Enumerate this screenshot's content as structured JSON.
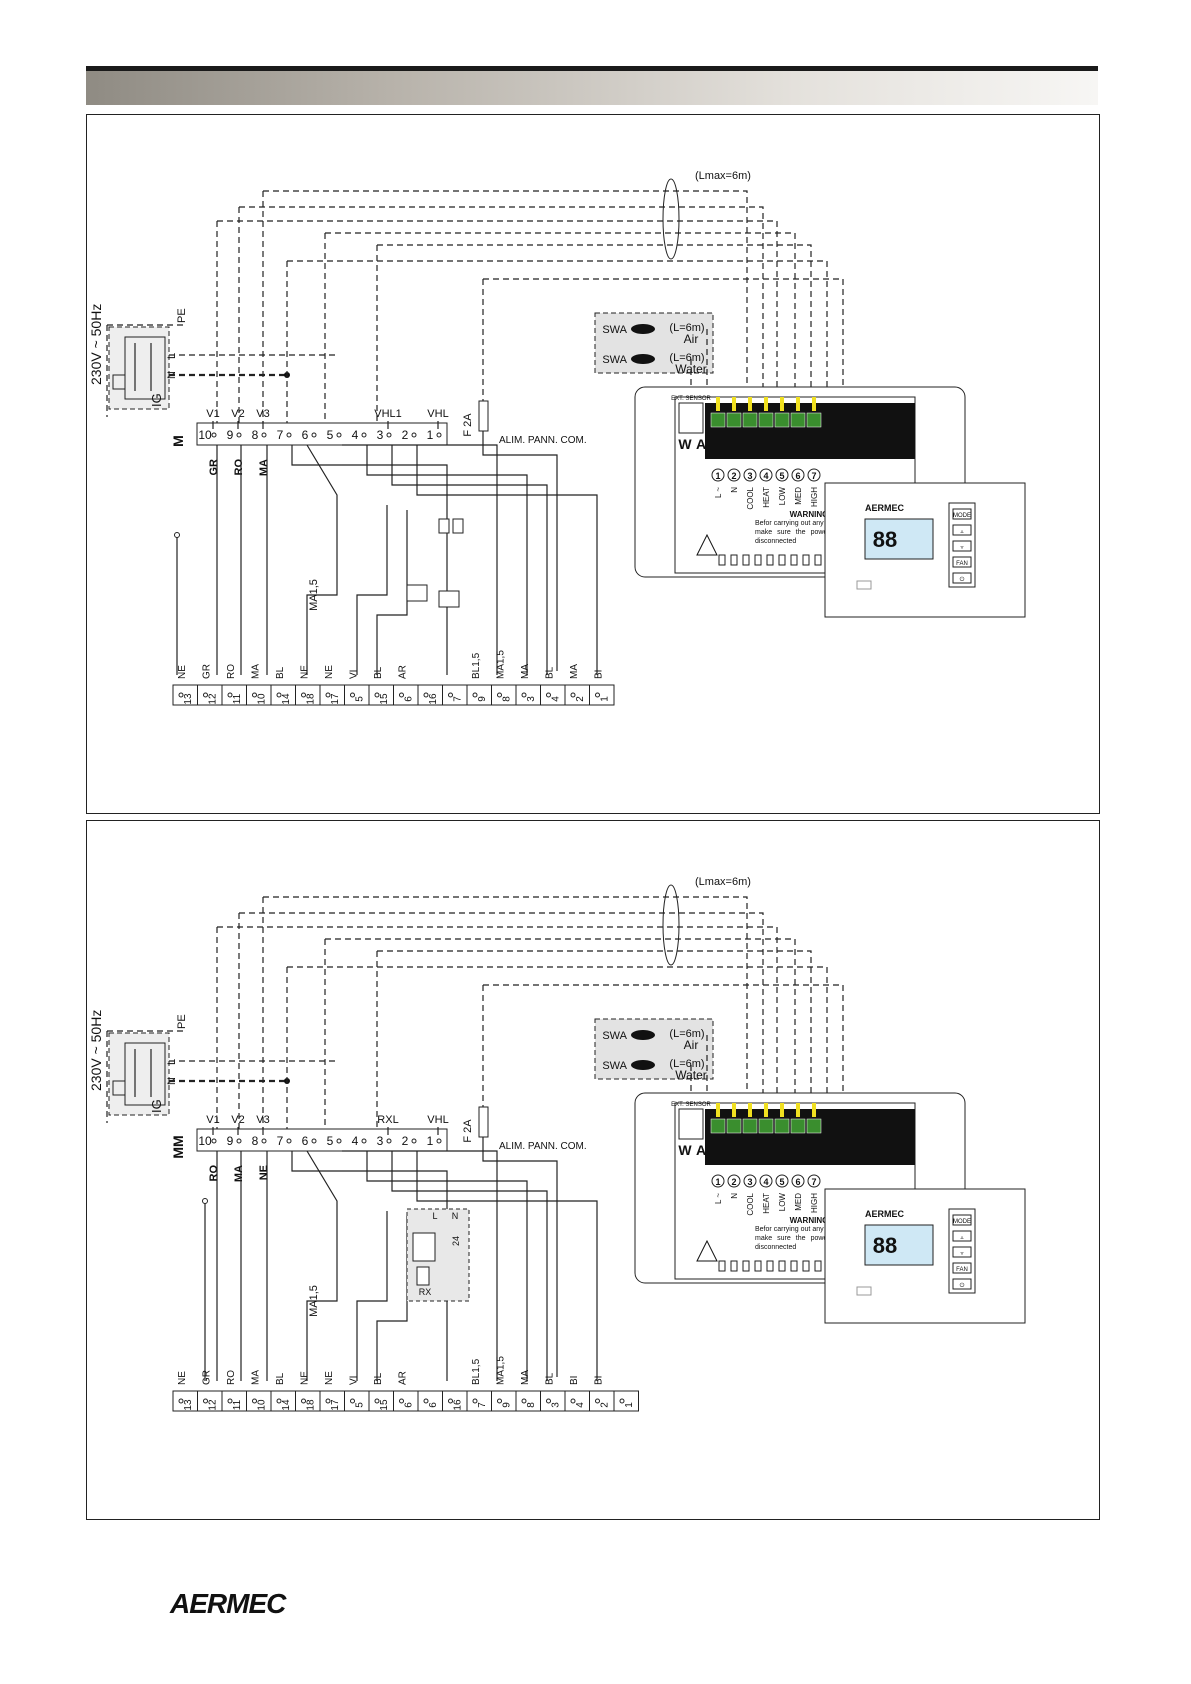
{
  "brand": "AERMEC",
  "diagrams": [
    {
      "supply": "230V ~ 50Hz",
      "pe": "PE",
      "ig": "IG",
      "supply_terms": [
        "L",
        "N"
      ],
      "cable_label": "(Lmax=6m)",
      "sensors": [
        {
          "name": "SWA",
          "len": "(L=6m)",
          "type": "Air"
        },
        {
          "name": "SWA",
          "len": "(L=6m)",
          "type": "Water"
        }
      ],
      "terminal_strip_label": "M",
      "terminal_nums": [
        "10",
        "9",
        "8",
        "7",
        "6",
        "5",
        "4",
        "3",
        "2",
        "1"
      ],
      "terminal_tags": [
        "V1",
        "V2",
        "V3",
        "VHL1",
        "VHL"
      ],
      "wire_colors_left": [
        "GR",
        "RO",
        "MA"
      ],
      "fuse": "F 2A",
      "alim": "ALIM. PANN. COM.",
      "ma15": "MA1,5",
      "bottom_colors": [
        "NE",
        "GR",
        "RO",
        "MA",
        "BL",
        "NE",
        "NE",
        "VI",
        "BL",
        "AR",
        "",
        "",
        "BL1,5",
        "MA1,5",
        "MA",
        "BL",
        "MA",
        "BI"
      ],
      "bottom_nums": [
        "13",
        "12",
        "11",
        "10",
        "14",
        "18",
        "17",
        "5",
        "15",
        "6",
        "16",
        "7",
        "9",
        "8",
        "3",
        "4",
        "2",
        "1"
      ],
      "panel_terms": [
        "L ~",
        "N",
        "COOL",
        "HEAT",
        "LOW",
        "MED",
        "HIGH"
      ],
      "panel_nums": [
        "1",
        "2",
        "3",
        "4",
        "5",
        "6",
        "7"
      ],
      "ext_sensor": "EXT. SENSOR",
      "wa": [
        "W",
        "A"
      ],
      "warning_title": "WARNING",
      "warning_text": "Befor carrying out any work, please make sure the power supply is disconnected",
      "remote_brand": "AERMEC",
      "remote_display": "88",
      "remote_buttons": [
        "MODE",
        "▵",
        "▿",
        "FAN",
        "⏻"
      ]
    },
    {
      "supply": "230V ~ 50Hz",
      "pe": "PE",
      "ig": "IG",
      "supply_terms": [
        "L",
        "N"
      ],
      "cable_label": "(Lmax=6m)",
      "sensors": [
        {
          "name": "SWA",
          "len": "(L=6m)",
          "type": "Air"
        },
        {
          "name": "SWA",
          "len": "(L=6m)",
          "type": "Water"
        }
      ],
      "terminal_strip_label": "MM",
      "terminal_nums": [
        "10",
        "9",
        "8",
        "7",
        "6",
        "5",
        "4",
        "3",
        "2",
        "1"
      ],
      "terminal_tags": [
        "V1",
        "V2",
        "V3",
        "RXL",
        "VHL"
      ],
      "wire_colors_left": [
        "RO",
        "MA",
        "NE"
      ],
      "fuse": "F 2A",
      "alim": "ALIM. PANN. COM.",
      "ma15": "MA1,5",
      "relay_labels": [
        "L",
        "N",
        "24",
        "RX"
      ],
      "bottom_colors": [
        "NE",
        "GR",
        "RO",
        "MA",
        "BL",
        "NE",
        "NE",
        "VI",
        "BL",
        "AR",
        "",
        "",
        "BL1,5",
        "MA1,5",
        "MA",
        "BL",
        "BI",
        "BI"
      ],
      "bottom_nums": [
        "13",
        "12",
        "11",
        "10",
        "14",
        "18",
        "17",
        "5",
        "15",
        "6",
        "6",
        "16",
        "7",
        "9",
        "8",
        "3",
        "4",
        "2",
        "1"
      ],
      "panel_terms": [
        "L ~",
        "N",
        "COOL",
        "HEAT",
        "LOW",
        "MED",
        "HIGH"
      ],
      "panel_nums": [
        "1",
        "2",
        "3",
        "4",
        "5",
        "6",
        "7"
      ],
      "ext_sensor": "EXT. SENSOR",
      "wa": [
        "W",
        "A"
      ],
      "warning_title": "WARNING",
      "warning_text": "Befor carrying out any work, please make sure the power supply is disconnected",
      "remote_brand": "AERMEC",
      "remote_display": "88",
      "remote_buttons": [
        "MODE",
        "▵",
        "▿",
        "FAN",
        "⏻"
      ]
    }
  ]
}
